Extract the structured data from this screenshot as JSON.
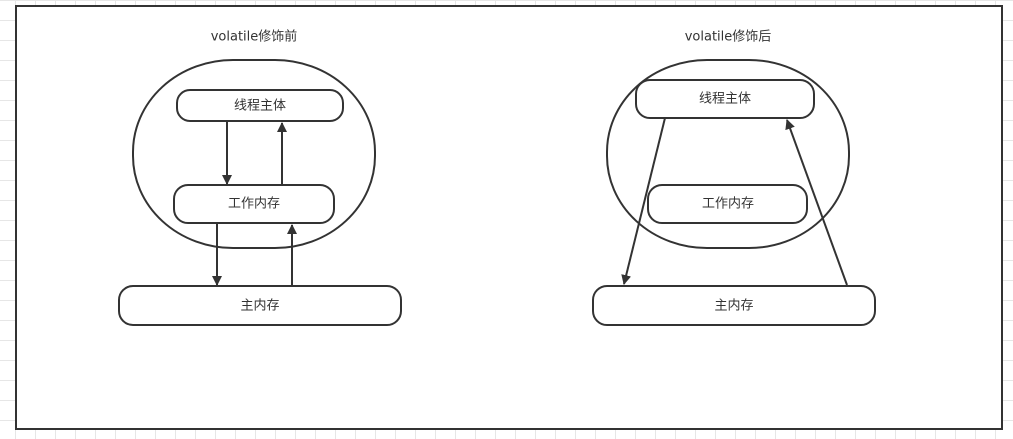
{
  "diagram": {
    "before": {
      "title": "volatile修饰前",
      "thread_body": "线程主体",
      "working_memory": "工作内存",
      "main_memory": "主内存"
    },
    "after": {
      "title": "volatile修饰后",
      "thread_body": "线程主体",
      "working_memory": "工作内存",
      "main_memory": "主内存"
    }
  }
}
